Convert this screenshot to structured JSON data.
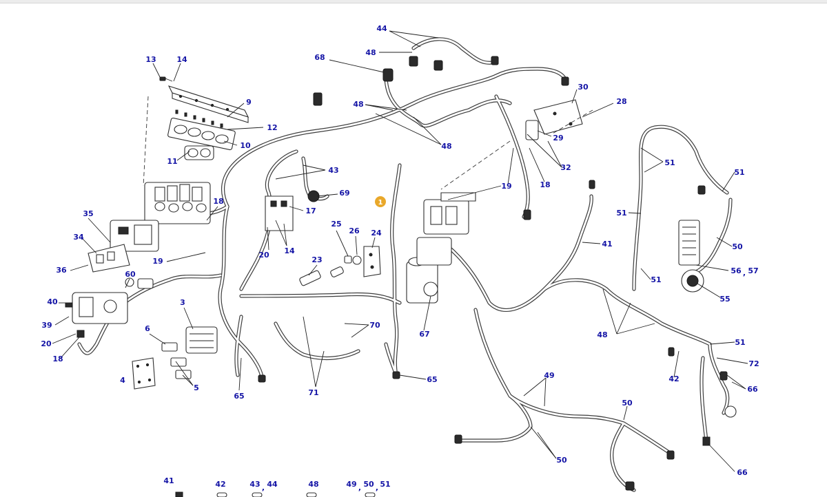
{
  "callouts": [
    {
      "text": "44"
    },
    {
      "text": "48"
    },
    {
      "text": "68"
    },
    {
      "text": "13"
    },
    {
      "text": "14"
    },
    {
      "text": "9"
    },
    {
      "text": "12"
    },
    {
      "text": "10"
    },
    {
      "text": "11"
    },
    {
      "text": "48"
    },
    {
      "text": "48"
    },
    {
      "text": "43"
    },
    {
      "text": "69"
    },
    {
      "text": "17"
    },
    {
      "text": "14"
    },
    {
      "text": "20"
    },
    {
      "text": "18"
    },
    {
      "text": "35"
    },
    {
      "text": "34"
    },
    {
      "text": "36"
    },
    {
      "text": "19"
    },
    {
      "text": "60"
    },
    {
      "text": "40"
    },
    {
      "text": "39"
    },
    {
      "text": "20"
    },
    {
      "text": "18"
    },
    {
      "text": "3"
    },
    {
      "text": "6"
    },
    {
      "text": "4"
    },
    {
      "text": "5"
    },
    {
      "text": "65"
    },
    {
      "text": "71"
    },
    {
      "text": "70"
    },
    {
      "text": "25"
    },
    {
      "text": "26"
    },
    {
      "text": "24"
    },
    {
      "text": "23"
    },
    {
      "text": "67"
    },
    {
      "text": "65"
    },
    {
      "text": "30"
    },
    {
      "text": "28"
    },
    {
      "text": "29"
    },
    {
      "text": "32"
    },
    {
      "text": "18"
    },
    {
      "text": "19"
    },
    {
      "text": "41"
    },
    {
      "text": "51"
    },
    {
      "text": "51"
    },
    {
      "text": "51"
    },
    {
      "text": "51"
    },
    {
      "text": "50"
    },
    {
      "text": "56"
    },
    {
      "text": ","
    },
    {
      "text": "57"
    },
    {
      "text": "55"
    },
    {
      "text": "48"
    },
    {
      "text": "51"
    },
    {
      "text": "72"
    },
    {
      "text": "42"
    },
    {
      "text": "66"
    },
    {
      "text": "49"
    },
    {
      "text": "50"
    },
    {
      "text": "50"
    },
    {
      "text": "66"
    },
    {
      "text": "41"
    },
    {
      "text": "42"
    },
    {
      "text": "43"
    },
    {
      "text": ","
    },
    {
      "text": "44"
    },
    {
      "text": "48"
    },
    {
      "text": "49"
    },
    {
      "text": ","
    },
    {
      "text": "50"
    },
    {
      "text": ","
    },
    {
      "text": "51"
    }
  ],
  "badge": {
    "text": "1"
  },
  "colors": {
    "label": "#1515a6",
    "badge": "#e9a82a",
    "line": "#2d2d2d"
  }
}
